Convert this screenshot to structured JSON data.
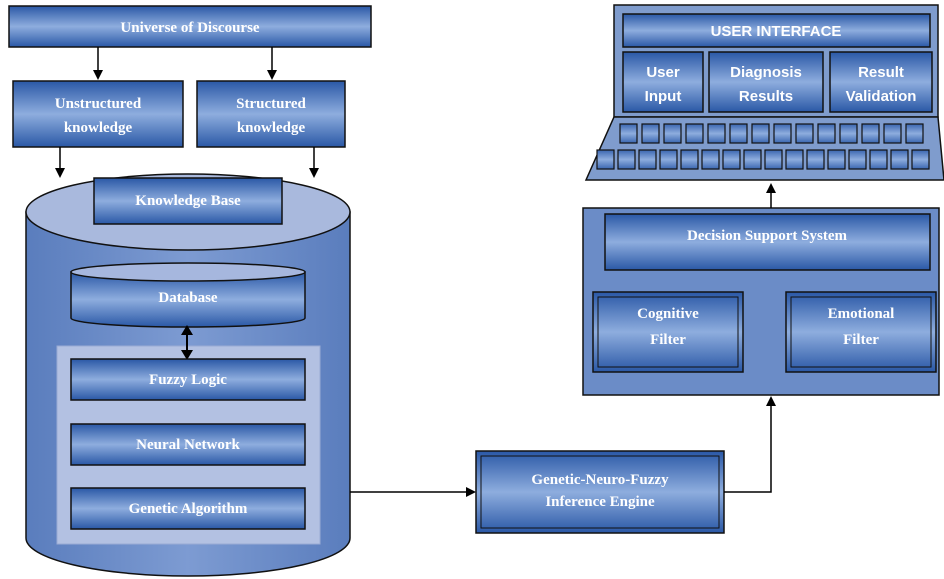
{
  "diagram": {
    "universe": "Universe of Discourse",
    "unstructured": [
      "Unstructured",
      "knowledge"
    ],
    "structured": [
      "Structured",
      "knowledge"
    ],
    "knowledge_base": "Knowledge Base",
    "database": "Database",
    "fuzzy_logic": "Fuzzy Logic",
    "neural_network": "Neural Network",
    "genetic_algorithm": "Genetic Algorithm",
    "inference_engine": [
      "Genetic-Neuro-Fuzzy",
      "Inference Engine"
    ],
    "dss": "Decision Support System",
    "cognitive_filter": [
      "Cognitive",
      "Filter"
    ],
    "emotional_filter": [
      "Emotional",
      "Filter"
    ],
    "user_interface": "USER INTERFACE",
    "user_input": [
      "User",
      "Input"
    ],
    "diagnosis_results": [
      "Diagnosis",
      "Results"
    ],
    "result_validation": [
      "Result",
      "Validation"
    ]
  },
  "colors": {
    "box_dark": "#2b5aa8",
    "box_light": "#8faee0",
    "cylinder_body": "#6b8cc7",
    "cylinder_top": "#a9b9dd",
    "panel": "#b3c1e2",
    "laptop": "#7f9ccd",
    "outline": "#111111"
  }
}
